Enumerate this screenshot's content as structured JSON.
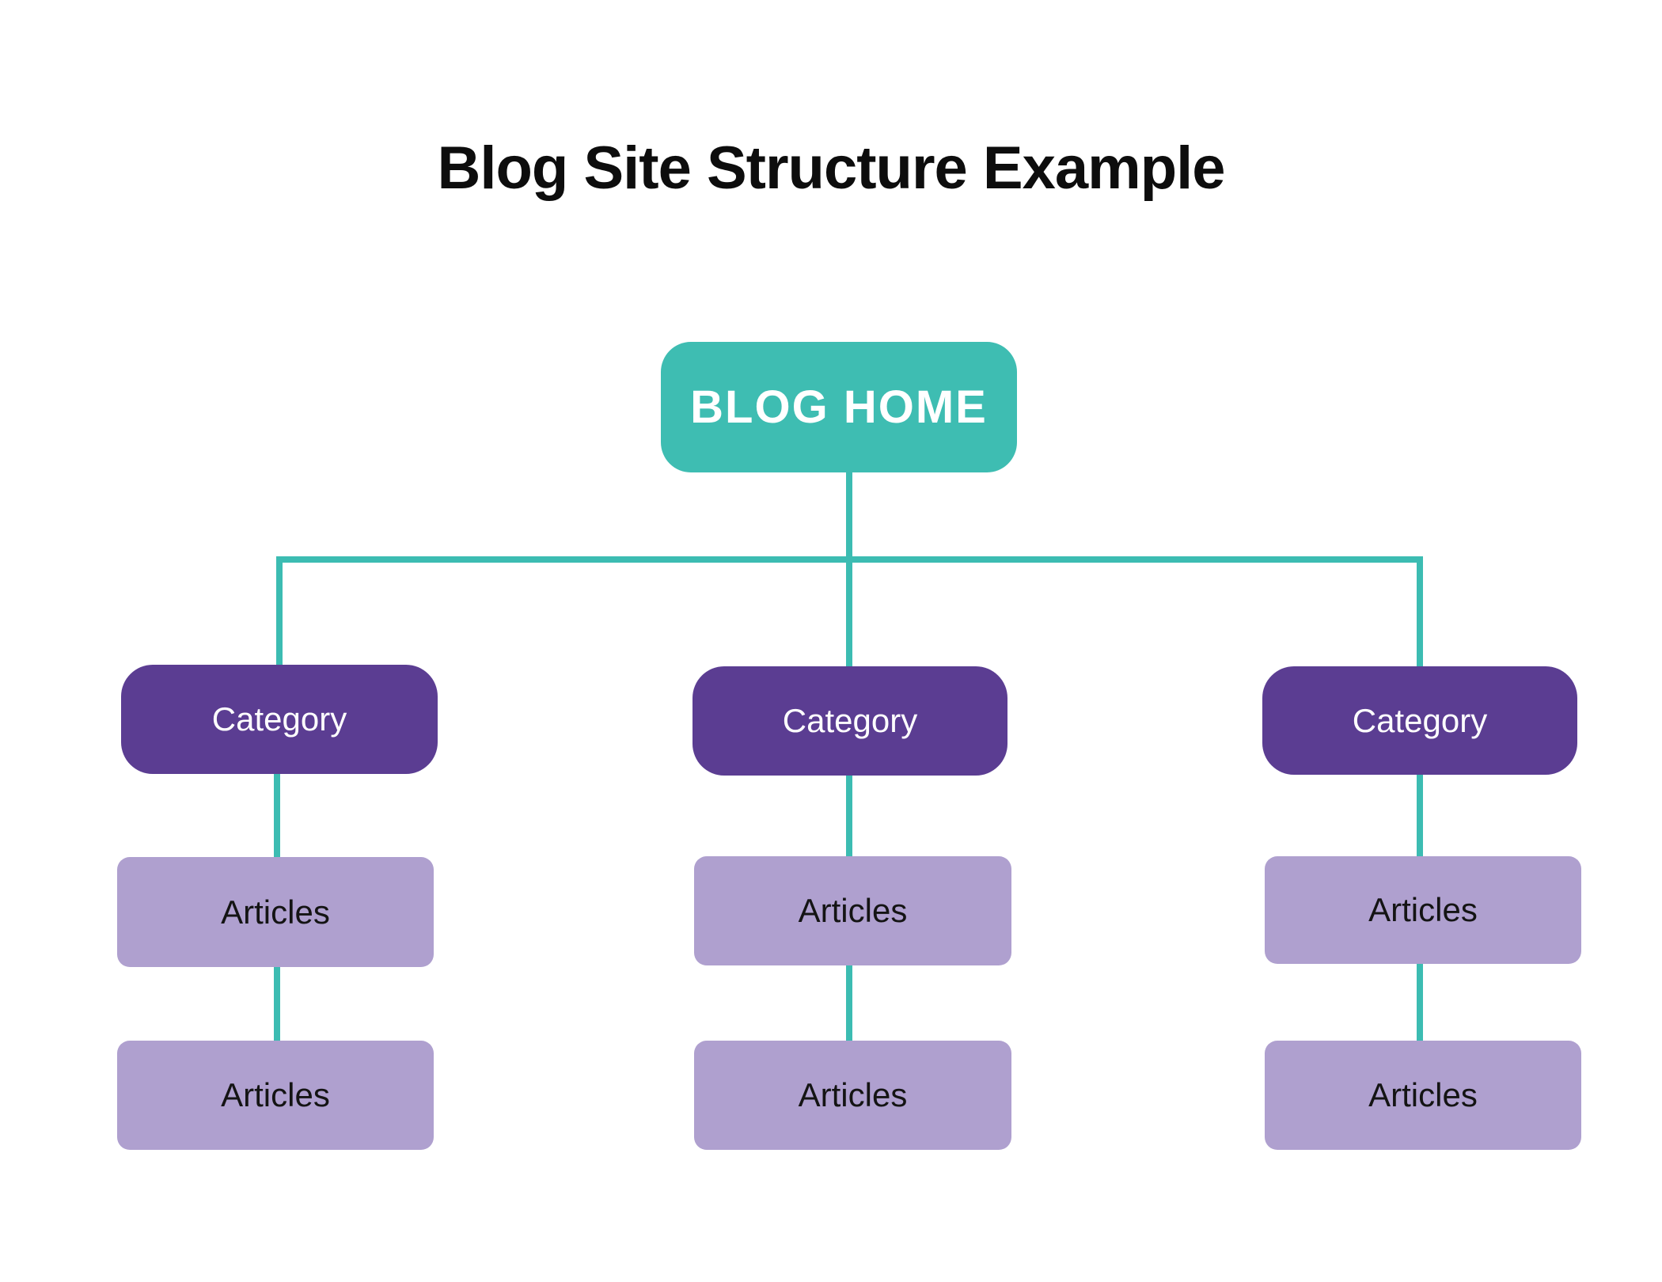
{
  "title": "Blog Site Structure Example",
  "colors": {
    "background": "#FFFFFF",
    "connector_teal": "#3CBCB2",
    "root_box_teal": "#3EBDB2",
    "category_box_purple": "#5B3D92",
    "articles_box_lavender": "#AFA0CF",
    "title_text": "#0D0D0D",
    "light_text": "#FFFFFF",
    "dark_text": "#141414"
  },
  "tree": {
    "root": {
      "label": "BLOG HOME"
    },
    "columns": [
      {
        "category": {
          "label": "Category"
        },
        "articles": [
          {
            "label": "Articles"
          },
          {
            "label": "Articles"
          }
        ]
      },
      {
        "category": {
          "label": "Category"
        },
        "articles": [
          {
            "label": "Articles"
          },
          {
            "label": "Articles"
          }
        ]
      },
      {
        "category": {
          "label": "Category"
        },
        "articles": [
          {
            "label": "Articles"
          },
          {
            "label": "Articles"
          }
        ]
      }
    ]
  }
}
